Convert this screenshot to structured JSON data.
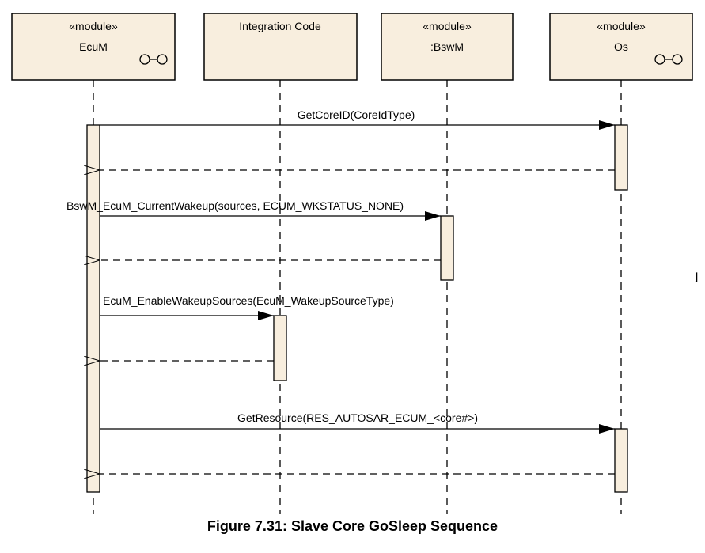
{
  "lifelines": [
    {
      "id": "ecum",
      "stereotype": "«module»",
      "name": "EcuM",
      "icon": "interface-icon"
    },
    {
      "id": "integration",
      "stereotype": "",
      "name": "Integration Code",
      "icon": ""
    },
    {
      "id": "bswm",
      "stereotype": "«module»",
      "name": ":BswM",
      "icon": ""
    },
    {
      "id": "os",
      "stereotype": "«module»",
      "name": "Os",
      "icon": "interface-icon"
    }
  ],
  "messages": [
    {
      "label": "GetCoreID(CoreIdType)",
      "from": "ecum",
      "to": "os",
      "kind": "call"
    },
    {
      "label": "",
      "from": "os",
      "to": "ecum",
      "kind": "return"
    },
    {
      "label": "BswM_EcuM_CurrentWakeup(sources, ECUM_WKSTATUS_NONE)",
      "from": "ecum",
      "to": "bswm",
      "kind": "call"
    },
    {
      "label": "",
      "from": "bswm",
      "to": "ecum",
      "kind": "return"
    },
    {
      "label": "EcuM_EnableWakeupSources(EcuM_WakeupSourceType)",
      "from": "ecum",
      "to": "integration",
      "kind": "call"
    },
    {
      "label": "",
      "from": "integration",
      "to": "ecum",
      "kind": "return"
    },
    {
      "label": "GetResource(RES_AUTOSAR_ECUM_<core#>)",
      "from": "ecum",
      "to": "os",
      "kind": "call"
    },
    {
      "label": "",
      "from": "os",
      "to": "ecum",
      "kind": "return"
    }
  ],
  "caption": "Figure 7.31: Slave Core GoSleep Sequence",
  "stray_mark": "⌋",
  "colors": {
    "box_fill": "#f8eede",
    "activation_fill": "#f8eede",
    "line": "#000000"
  }
}
